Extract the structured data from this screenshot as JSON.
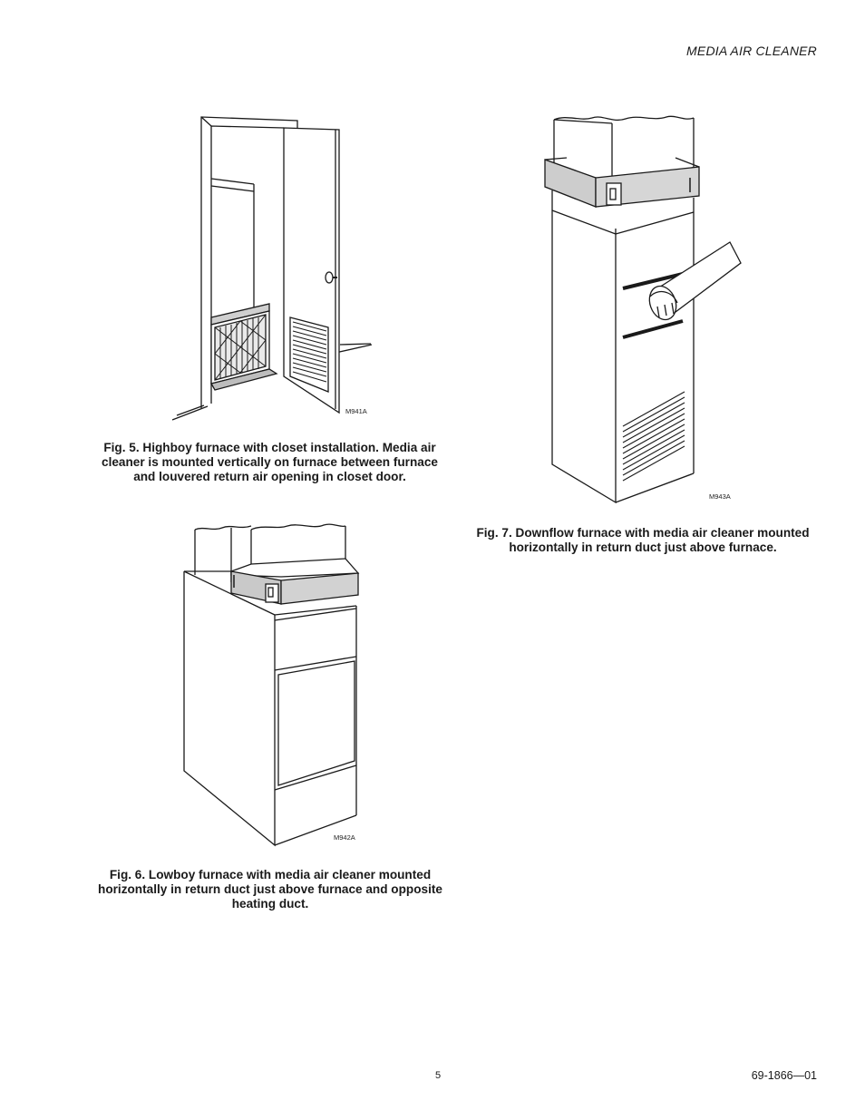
{
  "header": {
    "title": "MEDIA AIR CLEANER"
  },
  "figures": [
    {
      "code": "M941A",
      "caption": "Fig. 5. Highboy furnace with closet installation. Media air cleaner is mounted vertically on furnace between furnace and louvered return air opening in closet door."
    },
    {
      "code": "M942A",
      "caption": "Fig. 6. Lowboy furnace with media air cleaner mounted horizontally in return duct just above furnace and opposite heating duct."
    },
    {
      "code": "M943A",
      "caption": "Fig. 7. Downflow furnace with media air cleaner mounted horizontally in return duct just above furnace."
    }
  ],
  "footer": {
    "page_number": "5",
    "doc_number": "69-1866—01"
  }
}
